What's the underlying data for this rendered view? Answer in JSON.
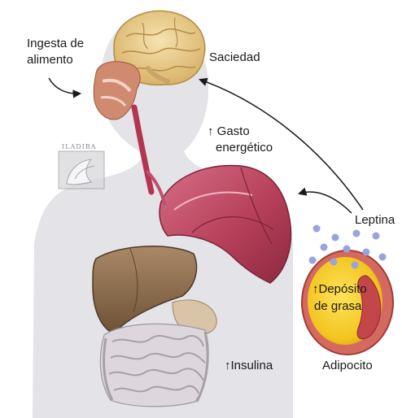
{
  "labels": {
    "ingesta_line1": "Ingesta de",
    "ingesta_line2": "alimento",
    "saciedad": "Saciedad",
    "gasto_line1": "↑ Gasto",
    "gasto_line2": "energético",
    "leptina": "Leptina",
    "deposito_line1": "↑Depósito",
    "deposito_line2": "de grasa",
    "adipocito": "Adipocito",
    "insulina": "↑Insulina"
  },
  "logo": {
    "text": "ILADIBA"
  },
  "colors": {
    "body_silhouette": "#e3e3e8",
    "brain": "#e8cf92",
    "muscle": "#b7405a",
    "liver": "#8a6a4a",
    "intestine": "#cfc9cf",
    "fat_yellow": "#f2cc2a",
    "cell_wall": "#c84a45",
    "leptin_dots": "#9aa4dc"
  }
}
